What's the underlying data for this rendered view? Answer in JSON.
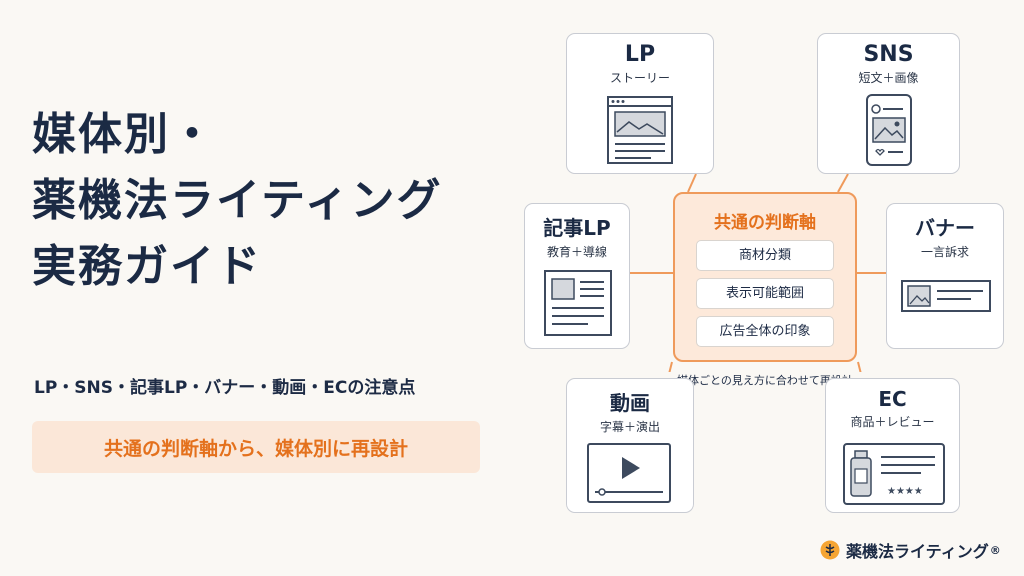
{
  "title_lines": [
    "媒体別・",
    "薬機法ライティング",
    "実務ガイド"
  ],
  "subtitle": "LP・SNS・記事LP・バナー・動画・ECの注意点",
  "highlight": "共通の判断軸から、媒体別に再設計",
  "hub": {
    "title": "共通の判断軸",
    "items": [
      "商材分類",
      "表示可能範囲",
      "広告全体の印象"
    ],
    "note": "媒体ごとの見え方に合わせて再設計"
  },
  "cards": {
    "lp": {
      "title": "LP",
      "sub": "ストーリー"
    },
    "sns": {
      "title": "SNS",
      "sub": "短文＋画像"
    },
    "article": {
      "title": "記事LP",
      "sub": "教育＋導線"
    },
    "banner": {
      "title": "バナー",
      "sub": "一言訴求"
    },
    "video": {
      "title": "動画",
      "sub": "字幕＋演出"
    },
    "ec": {
      "title": "EC",
      "sub": "商品＋レビュー"
    }
  },
  "brand": {
    "name": "薬機法ライティング",
    "mark": "®"
  },
  "colors": {
    "accent": "#e4711d",
    "navy": "#1b2a44",
    "hub_bg": "#fde9da",
    "highlight_bg": "#fbe7d8"
  },
  "icons": [
    "browser-window-icon",
    "smartphone-post-icon",
    "article-document-icon",
    "banner-image-icon",
    "video-player-icon",
    "product-review-icon",
    "brand-logo-icon"
  ]
}
